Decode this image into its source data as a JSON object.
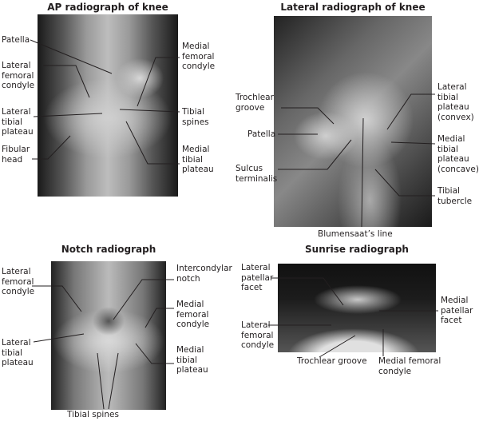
{
  "panels": {
    "ap": {
      "title": "AP radiograph of knee",
      "labels": {
        "patella": "Patella",
        "lateral_femoral_condyle": "Lateral\nfemoral\ncondyle",
        "lateral_tibial_plateau": "Lateral\ntibial\nplateau",
        "fibular_head": "Fibular\nhead",
        "medial_femoral_condyle": "Medial\nfemoral\ncondyle",
        "tibial_spines": "Tibial\nspines",
        "medial_tibial_plateau": "Medial\ntibial\nplateau"
      }
    },
    "lateral": {
      "title": "Lateral radiograph of knee",
      "labels": {
        "trochlear_groove": "Trochlear\ngroove",
        "patella": "Patella",
        "sulcus_terminalis": "Sulcus\nterminalis",
        "blumensaats_line": "Blumensaat’s line",
        "lateral_tibial_plateau": "Lateral\ntibial\nplateau\n(convex)",
        "medial_tibial_plateau": "Medial\ntibial\nplateau\n(concave)",
        "tibial_tubercle": "Tibial\ntubercle"
      }
    },
    "notch": {
      "title": "Notch radiograph",
      "labels": {
        "lateral_femoral_condyle": "Lateral\nfemoral\ncondyle",
        "lateral_tibial_plateau": "Lateral\ntibial\nplateau",
        "tibial_spines": "Tibial spines",
        "intercondylar_notch": "Intercondylar\nnotch",
        "medial_femoral_condyle": "Medial\nfemoral\ncondyle",
        "medial_tibial_plateau": "Medial\ntibial\nplateau"
      }
    },
    "sunrise": {
      "title": "Sunrise radiograph",
      "labels": {
        "lateral_patellar_facet": "Lateral\npatellar\nfacet",
        "medial_patellar_facet": "Medial\npatellar\nfacet",
        "lateral_femoral_condyle": "Lateral\nfemoral\ncondyle",
        "trochlear_groove": "Trochlear groove",
        "medial_femoral_condyle": "Medial femoral\ncondyle"
      }
    }
  }
}
